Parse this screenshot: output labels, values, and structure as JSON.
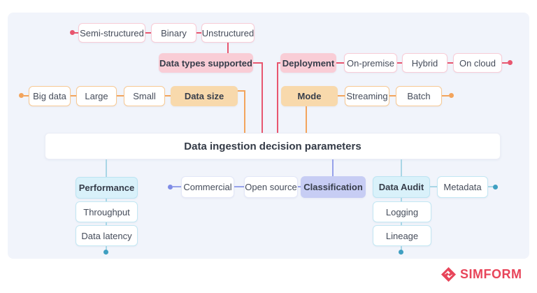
{
  "title": "Data ingestion decision parameters",
  "branches": {
    "data_types": {
      "label": "Data types supported",
      "items": [
        "Semi-structured",
        "Binary",
        "Unstructured"
      ]
    },
    "deployment": {
      "label": "Deployment",
      "items": [
        "On-premise",
        "Hybrid",
        "On cloud"
      ]
    },
    "data_size": {
      "label": "Data size",
      "items": [
        "Big data",
        "Large",
        "Small"
      ]
    },
    "mode": {
      "label": "Mode",
      "items": [
        "Streaming",
        "Batch"
      ]
    },
    "performance": {
      "label": "Performance",
      "items": [
        "Throughput",
        "Data latency"
      ]
    },
    "classification": {
      "label": "Classification",
      "items": [
        "Commercial",
        "Open source"
      ]
    },
    "data_audit": {
      "label": "Data Audit",
      "items": [
        "Metadata",
        "Logging",
        "Lineage"
      ]
    }
  },
  "colors": {
    "card_bg": "#f1f4fb",
    "red_line": "#e8566f",
    "orange_line": "#f3a45c",
    "blue_line": "#a9d6e6",
    "purple_line": "#96a1ea",
    "teal_dot": "#3f9fc1",
    "purple_dot": "#7f8ce6",
    "pink_fill": "#f9cdd6",
    "orange_fill": "#f8d9ac",
    "blue_fill": "#d9f1fa",
    "purple_fill": "#c7cdf4",
    "logo_red": "#e8455a"
  },
  "logo": {
    "text": "SIMFORM"
  }
}
